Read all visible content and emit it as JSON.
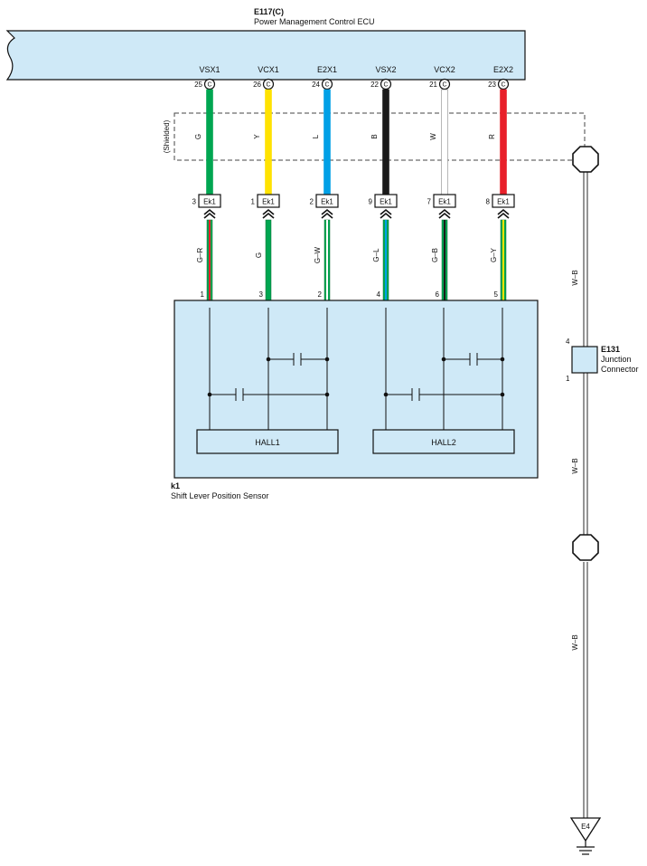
{
  "ecu": {
    "code": "E117(C)",
    "name": "Power Management Control ECU",
    "connector_letter": "C",
    "fill": "#cfe9f7"
  },
  "shield_label": "(Shielded)",
  "inline_connector": "Ek1",
  "circuits": [
    {
      "signal": "VSX1",
      "ecu_pin": "25",
      "ecu_wire": "G",
      "ecu_color": "#00a651",
      "ek_pin": "3",
      "sensor_wire": "G–R",
      "sensor_base": "#00a651",
      "sensor_stripe": "#e8202a",
      "sensor_pin": "1"
    },
    {
      "signal": "VCX1",
      "ecu_pin": "26",
      "ecu_wire": "Y",
      "ecu_color": "#ffe200",
      "ek_pin": "1",
      "sensor_wire": "G",
      "sensor_base": "#00a651",
      "sensor_stripe": "#00a651",
      "sensor_pin": "3"
    },
    {
      "signal": "E2X1",
      "ecu_pin": "24",
      "ecu_wire": "L",
      "ecu_color": "#00a0e6",
      "ek_pin": "2",
      "sensor_wire": "G–W",
      "sensor_base": "#00a651",
      "sensor_stripe": "#ffffff",
      "sensor_pin": "2"
    },
    {
      "signal": "VSX2",
      "ecu_pin": "22",
      "ecu_wire": "B",
      "ecu_color": "#1a1a1a",
      "ek_pin": "9",
      "sensor_wire": "G–L",
      "sensor_base": "#00a651",
      "sensor_stripe": "#00a0e6",
      "sensor_pin": "4"
    },
    {
      "signal": "VCX2",
      "ecu_pin": "21",
      "ecu_wire": "W",
      "ecu_color": "#ffffff",
      "ek_pin": "7",
      "sensor_wire": "G–B",
      "sensor_base": "#00a651",
      "sensor_stripe": "#1a1a1a",
      "sensor_pin": "6"
    },
    {
      "signal": "E2X2",
      "ecu_pin": "23",
      "ecu_wire": "R",
      "ecu_color": "#e8202a",
      "ek_pin": "8",
      "sensor_wire": "G–Y",
      "sensor_base": "#00a651",
      "sensor_stripe": "#ffe200",
      "sensor_pin": "5"
    }
  ],
  "sensor": {
    "code": "k1",
    "name": "Shift Lever Position Sensor",
    "hall1": "HALL1",
    "hall2": "HALL2",
    "fill": "#cfe9f7"
  },
  "ground_wire": {
    "labels": [
      "W–B",
      "W–B",
      "W–B"
    ]
  },
  "junction": {
    "code": "E131",
    "line1": "Junction",
    "line2": "Connector",
    "pin_top": "4",
    "pin_bottom": "1",
    "fill": "#cfe9f7"
  },
  "ground_point": "E4"
}
